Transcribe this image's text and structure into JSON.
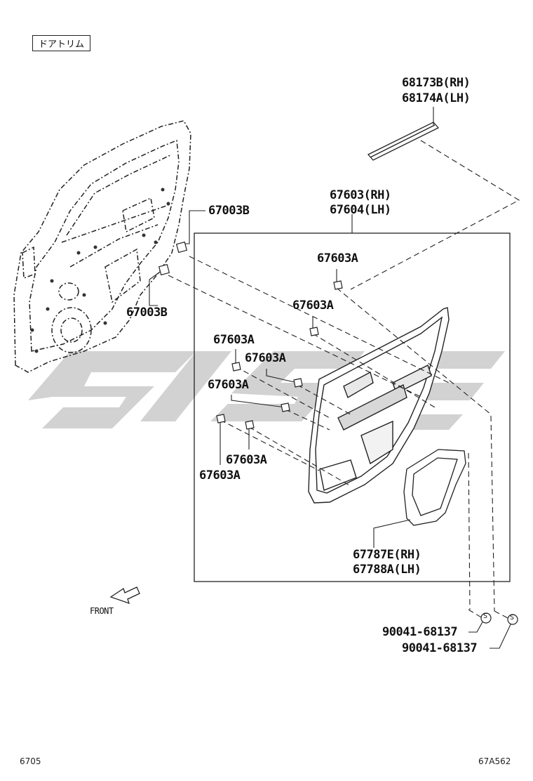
{
  "section_title": "ドアトリム",
  "page_code_left": "6705",
  "page_code_right": "67A562",
  "direction_label": "FRONT",
  "parts": {
    "weatherstrip": {
      "line1": "68173B(RH)",
      "line2": "68174A(LH)"
    },
    "door_trim_board": {
      "line1": "67603(RH)",
      "line2": "67604(LH)"
    },
    "clip_b_upper": "67003B",
    "clip_b_lower": "67003B",
    "clip_a_1": "67603A",
    "clip_a_2": "67603A",
    "clip_a_3": "67603A",
    "clip_a_4": "67603A",
    "clip_a_5": "67603A",
    "clip_a_6": "67603A",
    "clip_a_7": "67603A",
    "service_hole_cover": {
      "line1": "67787E(RH)",
      "line2": "67788A(LH)"
    },
    "screw_1": "90041-68137",
    "screw_2": "90041-68137"
  },
  "screw_symbol": "S"
}
